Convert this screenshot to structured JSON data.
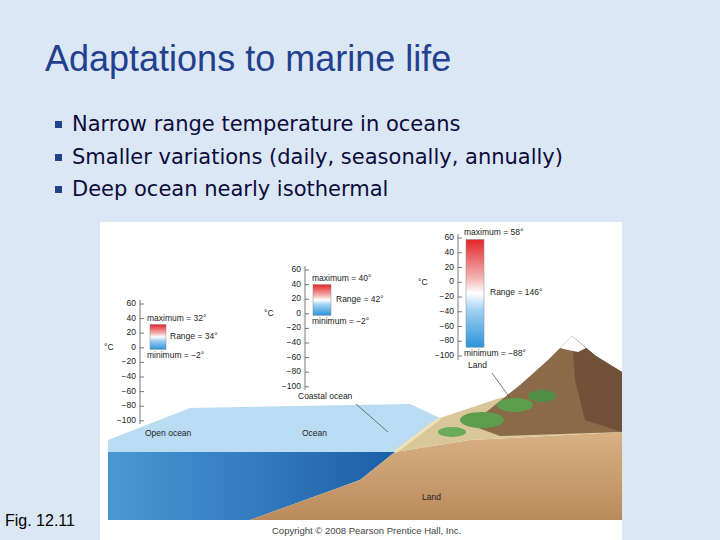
{
  "diagram": {
    "title": "Adaptations to marine life",
    "caption": "Fig. 12.11",
    "labels": [
      "Narrow range temperature in oceans",
      "Smaller variations (daily, seasonally, annually)",
      "Deep ocean nearly isothermal",
      "60",
      "40",
      "20",
      "0",
      "−20",
      "−40",
      "−60",
      "−80",
      "−100",
      "°C",
      "maximum = 32°",
      "Range = 34°",
      "minimum = −2°",
      "60",
      "40",
      "20",
      "0",
      "−20",
      "−40",
      "−60",
      "−80",
      "−100",
      "°C",
      "maximum = 40°",
      "Range = 42°",
      "minimum = −2°",
      "60",
      "40",
      "20",
      "0",
      "−20",
      "−40",
      "−60",
      "−80",
      "−100",
      "°C",
      "maximum = 58°",
      "Range = 146°",
      "minimum = −88°",
      "Open ocean",
      "Ocean",
      "Coastal ocean",
      "Land",
      "Land",
      "Copyright © 2008 Pearson Prentice Hall, Inc."
    ]
  }
}
